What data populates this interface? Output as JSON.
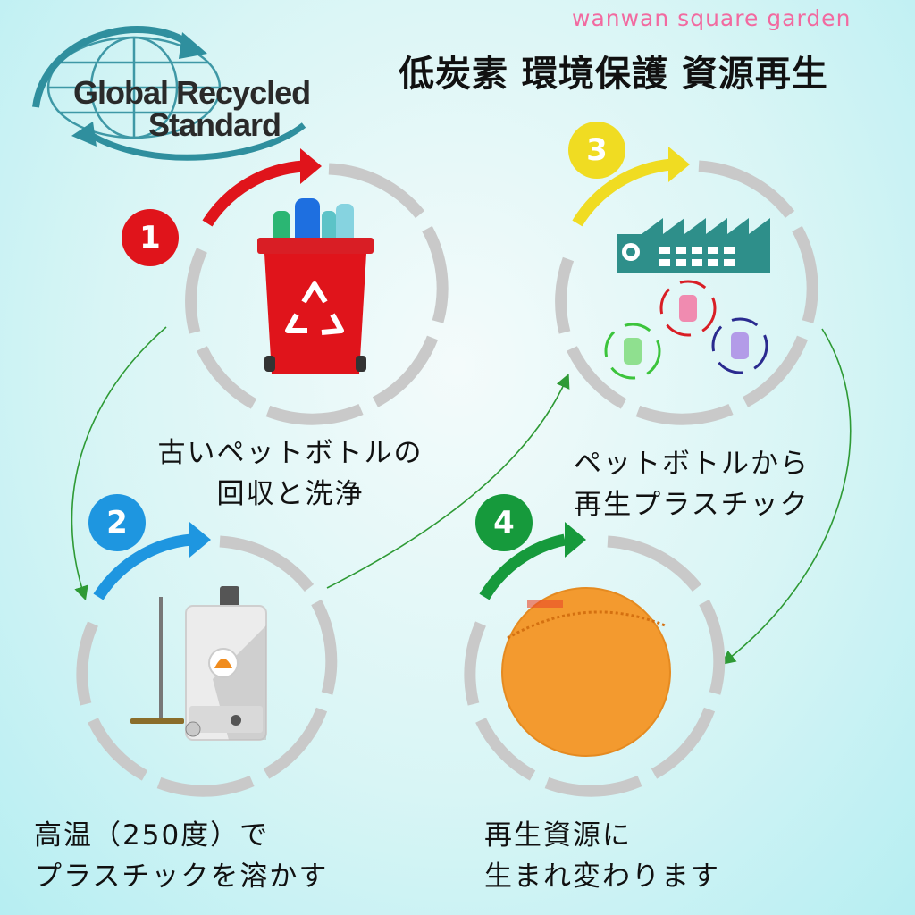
{
  "brand": "wanwan square garden",
  "headline": "低炭素 環境保護 資源再生",
  "logo": {
    "line1": "Global Recycled",
    "line2": "Standard",
    "globe_color": "#2f8f9e"
  },
  "colors": {
    "step1": "#e0141b",
    "step2": "#1e96e0",
    "step3": "#f0dc22",
    "step4": "#169a3c",
    "ring": "#c9c9c9",
    "flow_arrow": "#2e9a35"
  },
  "steps": [
    {
      "number": "1",
      "icon": "recycle-bin-icon",
      "caption_lines": [
        "古いペットボトルの",
        "回収と洗浄"
      ]
    },
    {
      "number": "2",
      "icon": "boiler-icon",
      "caption_lines": [
        "高温（250度）で",
        "プラスチックを溶かす"
      ]
    },
    {
      "number": "3",
      "icon": "factory-icon",
      "caption_lines": [
        "ペットボトルから",
        "再生プラスチック"
      ]
    },
    {
      "number": "4",
      "icon": "fabric-icon",
      "caption_lines": [
        "再生資源に",
        "生まれ変わります"
      ]
    }
  ]
}
